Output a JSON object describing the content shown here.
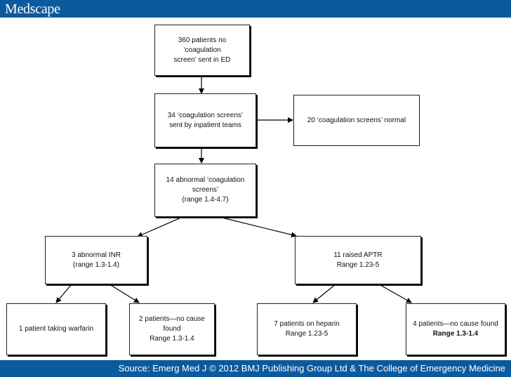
{
  "header": {
    "brand": "Medscape"
  },
  "footer": {
    "source": "Source: Emerg Med J © 2012 BMJ Publishing Group Ltd & The College of Emergency Medicine"
  },
  "flowchart": {
    "root": {
      "line1": "360 patients no ‘coagulation",
      "line2": "screen’ sent in ED"
    },
    "inpatient": {
      "line1": "34 ‘coagulation screens’",
      "line2": "sent by inpatient teams"
    },
    "normal": {
      "line1": "20 ‘coagulation screens’ normal"
    },
    "abnormal": {
      "line1": "14 abnormal ‘coagulation",
      "line2": "screens’",
      "line3": "(range 1.4-4.7)"
    },
    "inr": {
      "line1": "3 abnormal INR",
      "line2": "(range 1.3-1.4)"
    },
    "aptr": {
      "line1": "11 raised APTR",
      "line2": "Range 1.23-5"
    },
    "warfarin": {
      "line1": "1 patient taking warfarin"
    },
    "inr_no_cause": {
      "line1": "2 patients—no cause found",
      "line2": "Range 1.3-1.4"
    },
    "heparin": {
      "line1": "7 patients on heparin",
      "line2": "Range 1.23-5"
    },
    "aptr_no_cause": {
      "line1": "4 patients—no cause found",
      "line2": "Range 1.3-1.4"
    }
  }
}
